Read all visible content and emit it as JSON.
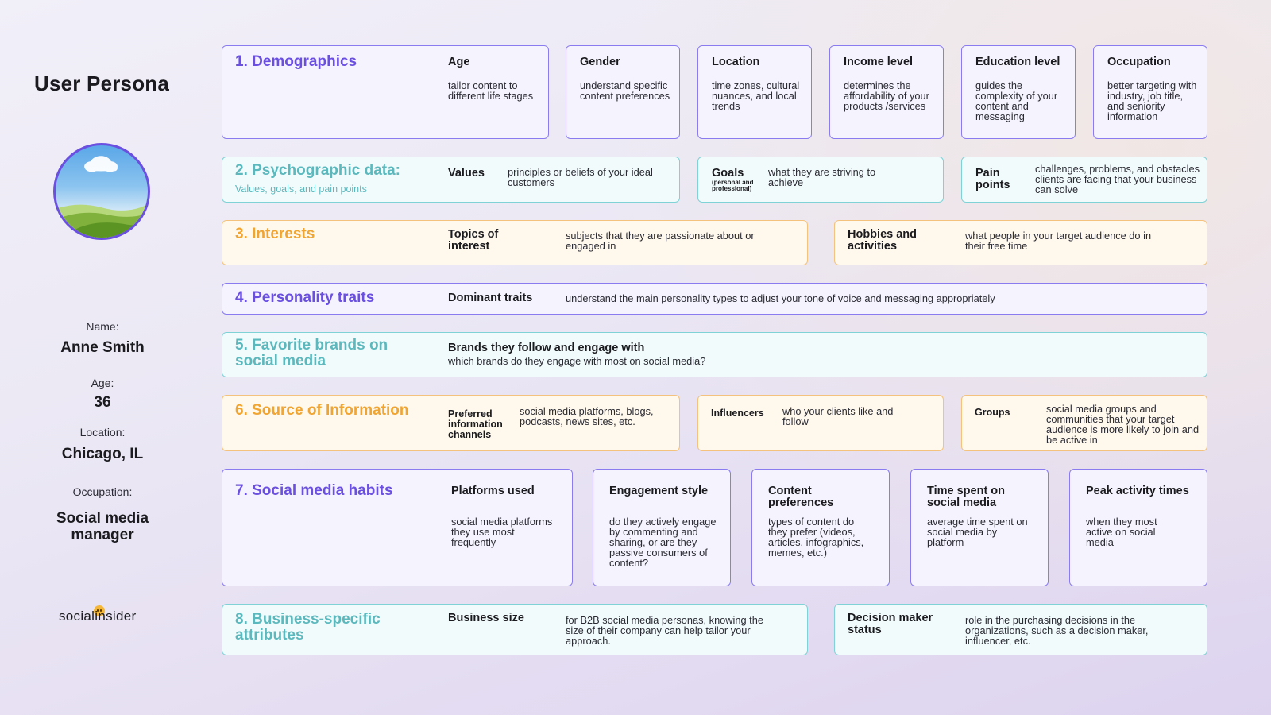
{
  "title": "User Persona",
  "profile": {
    "name_label": "Name:",
    "name": "Anne Smith",
    "age_label": "Age:",
    "age": "36",
    "location_label": "Location:",
    "location": "Chicago, IL",
    "occupation_label": "Occupation:",
    "occupation": "Social media manager",
    "avatar_icon": "landscape-avatar-icon"
  },
  "brand": {
    "logo": "socialinsider"
  },
  "colors": {
    "purple": "#6a4fe0",
    "teal": "#5bb8bd",
    "orange": "#f0a533"
  },
  "sections": {
    "demographics": {
      "title": "1. Demographics",
      "items": [
        {
          "label": "Age",
          "desc": "tailor content to different life stages"
        },
        {
          "label": "Gender",
          "desc": "understand specific content preferences"
        },
        {
          "label": "Location",
          "desc": "time zones, cultural nuances, and local trends"
        },
        {
          "label": "Income level",
          "desc": "determines the affordability of your products /services"
        },
        {
          "label": "Education level",
          "desc": "guides the complexity of your content and messaging"
        },
        {
          "label": "Occupation",
          "desc": "better targeting with industry, job title, and seniority information"
        }
      ]
    },
    "psychographic": {
      "title": "2. Psychographic data:",
      "subtitle": "Values, goals, and pain points",
      "values_label": "Values",
      "values_desc": "principles or beliefs of your ideal customers",
      "goals_label": "Goals",
      "goals_note": "(personal and professional)",
      "goals_desc": "what they are striving to achieve",
      "pain_label": "Pain points",
      "pain_desc": "challenges, problems, and obstacles clients are facing that your business can solve"
    },
    "interests": {
      "title": "3. Interests",
      "topics_label": "Topics of interest",
      "topics_desc": "subjects that they are passionate about or engaged in",
      "hobbies_label": "Hobbies and activities",
      "hobbies_desc": "what people in your target audience do in their free time"
    },
    "personality": {
      "title": "4. Personality traits",
      "label": "Dominant traits",
      "desc_before": "understand the",
      "desc_link": " main personality types",
      "desc_after": " to adjust your tone of voice and messaging appropriately"
    },
    "brands": {
      "title": "5. Favorite brands on social media",
      "label": "Brands they follow and engage with",
      "desc": "which brands do they engage with most on social media?"
    },
    "sources": {
      "title": "6. Source of Information",
      "channels_label": "Preferred information channels",
      "channels_desc": "social media platforms, blogs, podcasts, news sites, etc.",
      "influencers_label": "Influencers",
      "influencers_desc": "who your clients like and follow",
      "groups_label": "Groups",
      "groups_desc": "social media groups and communities that your target audience is more likely to join and be active in"
    },
    "habits": {
      "title": "7. Social media habits",
      "items": [
        {
          "label": "Platforms used",
          "desc": "social media platforms they use most frequently"
        },
        {
          "label": "Engagement style",
          "desc": "do they actively engage by commenting and sharing, or are they passive consumers of content?"
        },
        {
          "label": "Content preferences",
          "desc": "types of content do they prefer (videos, articles, infographics, memes, etc.)"
        },
        {
          "label": "Time spent on social media",
          "desc": "average time spent on social media by platform"
        },
        {
          "label": "Peak activity times",
          "desc": "when they most active on social media"
        }
      ]
    },
    "business": {
      "title": "8. Business-specific attributes",
      "size_label": "Business size",
      "size_desc": "for B2B social media personas, knowing the size of their company can help tailor your approach.",
      "decision_label": "Decision maker status",
      "decision_desc": "role in the purchasing decisions in the organizations, such as a decision maker, influencer, etc."
    }
  }
}
